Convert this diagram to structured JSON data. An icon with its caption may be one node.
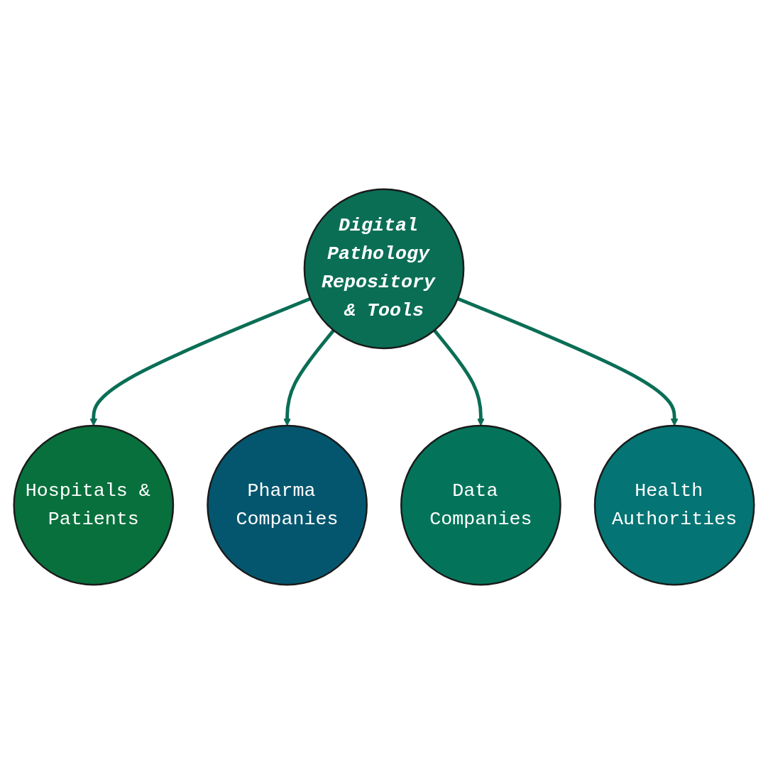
{
  "diagram": {
    "nodes": [
      {
        "text": [
          "Hospitals & Patients"
        ]
      },
      {
        "text": [
          "Pharma Companies"
        ]
      },
      {
        "text": [
          "Digital Pathology Repository & Tools"
        ]
      },
      {
        "text": [
          "Data Companies"
        ]
      },
      {
        "text": [
          "Health Authorities"
        ]
      }
    ],
    "edges": [
      {
        "from": 2,
        "to": 0,
        "arrow": "to"
      },
      {
        "from": 2,
        "to": 1,
        "arrow": "to"
      },
      {
        "from": 2,
        "to": 3,
        "arrow": "to"
      },
      {
        "from": 2,
        "to": 4,
        "arrow": "to"
      }
    ]
  }
}
